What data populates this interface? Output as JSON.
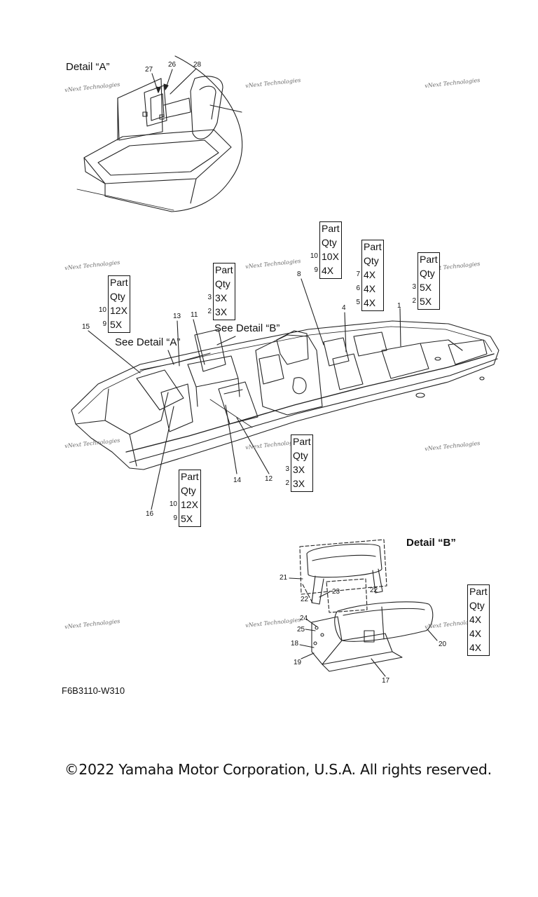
{
  "detail_a": {
    "title": "Detail “A”",
    "callouts": [
      "27",
      "26",
      "28"
    ]
  },
  "main": {
    "see_detail_a": "See Detail “A”",
    "see_detail_b": "See Detail “B”",
    "callouts": [
      "8",
      "4",
      "1",
      "13",
      "11",
      "15",
      "14",
      "12",
      "16"
    ]
  },
  "detail_b": {
    "title": "Detail “B”",
    "callouts": [
      "21",
      "22",
      "23",
      "22",
      "24",
      "25",
      "18",
      "19",
      "17",
      "20"
    ]
  },
  "part_tables": [
    {
      "header": [
        "Part",
        "Qty"
      ],
      "rows": [
        {
          "part": "10",
          "qty": "10X"
        },
        {
          "part": "9",
          "qty": "4X"
        }
      ]
    },
    {
      "header": [
        "Part",
        "Qty"
      ],
      "rows": [
        {
          "part": "7",
          "qty": "4X"
        },
        {
          "part": "6",
          "qty": "4X"
        },
        {
          "part": "5",
          "qty": "4X"
        }
      ]
    },
    {
      "header": [
        "Part",
        "Qty"
      ],
      "rows": [
        {
          "part": "3",
          "qty": "5X"
        },
        {
          "part": "2",
          "qty": "5X"
        }
      ]
    },
    {
      "header": [
        "Part",
        "Qty"
      ],
      "rows": [
        {
          "part": "3",
          "qty": "3X"
        },
        {
          "part": "2",
          "qty": "3X"
        }
      ]
    },
    {
      "header": [
        "Part",
        "Qty"
      ],
      "rows": [
        {
          "part": "10",
          "qty": "12X"
        },
        {
          "part": "9",
          "qty": "5X"
        }
      ]
    },
    {
      "header": [
        "Part",
        "Qty"
      ],
      "rows": [
        {
          "part": "3",
          "qty": "3X"
        },
        {
          "part": "2",
          "qty": "3X"
        }
      ]
    },
    {
      "header": [
        "Part",
        "Qty"
      ],
      "rows": [
        {
          "part": "10",
          "qty": "12X"
        },
        {
          "part": "9",
          "qty": "5X"
        }
      ]
    },
    {
      "header": [
        "Part",
        "Qty"
      ],
      "rows": [
        {
          "part": "",
          "qty": "4X"
        },
        {
          "part": "",
          "qty": "4X"
        },
        {
          "part": "",
          "qty": "4X"
        }
      ]
    }
  ],
  "watermark": "vNext Technologies",
  "figure_code": "F6B3110-W310",
  "copyright": "©2022 Yamaha Motor Corporation, U.S.A. All rights reserved."
}
